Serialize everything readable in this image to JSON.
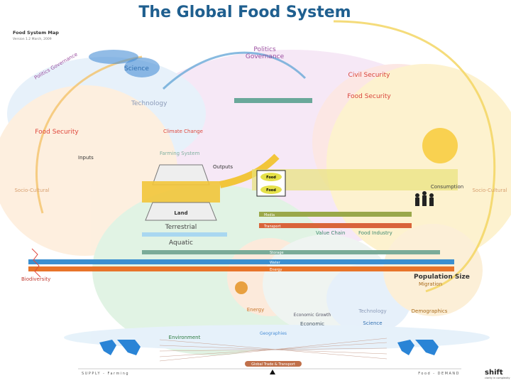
{
  "title": "The Global Food System",
  "map_name": "Food System Map",
  "version": "Version 1.2 March, 2009",
  "domains": {
    "politics": "Politics",
    "governance": "Governance",
    "politics_governance_left": "Politics Governance",
    "science_top": "Science",
    "technology_top": "Technology",
    "climate_change": "Climate Change",
    "civil_security": "Civil Security",
    "food_security_right": "Food Security",
    "food_security_left": "Food Security",
    "socio_cultural_left": "Socio-Cultural",
    "socio_cultural_right": "Socio-Cultural",
    "farming_system": "Farming System",
    "inputs": "Inputs",
    "outputs": "Outputs",
    "land": "Land",
    "terrestrial": "Terrestrial",
    "aquatic": "Aquatic",
    "food_1": "Food",
    "food_2": "Food",
    "media": "Media",
    "transport": "Transport",
    "value_chain": "Value Chain",
    "food_industry": "Food Industry",
    "storage": "Storage",
    "water": "Water",
    "energy_bar": "Energy",
    "population_size": "Population Size",
    "migration": "Migration",
    "demographics": "Demographics",
    "environment": "Environment",
    "energy": "Energy",
    "economic": "Economic",
    "economic_growth": "Economic Growth",
    "technology_bottom": "Technology",
    "science_bottom": "Science",
    "geographies": "Geographies",
    "global_trade": "Global Trade & Transport",
    "consumption": "Consumption",
    "biodiversity": "Biodiversity"
  },
  "footer": {
    "supply": "SUPPLY - Farming",
    "demand": "Food - DEMAND",
    "logo": "shift",
    "tagline": "clarity in complexity"
  },
  "colors": {
    "title": "#1f5f8f",
    "politics": "#9b4ea0",
    "science": "#2f6fb0",
    "security": "#e0473c",
    "food_security": "#e8b020",
    "environment": "#3f9a4f",
    "energy": "#e8742a",
    "water": "#3b8fd0",
    "transport": "#d9643a",
    "media": "#8a9a3c",
    "food_flow": "#d8d23a",
    "demographics": "#d89a2a"
  }
}
